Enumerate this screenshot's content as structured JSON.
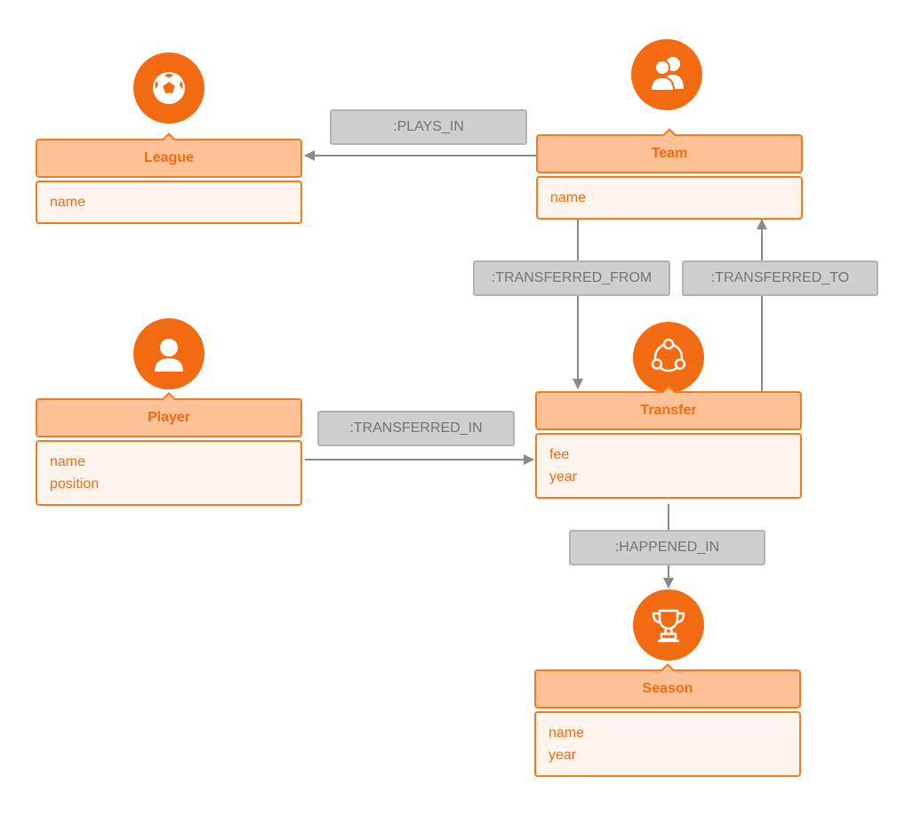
{
  "nodes": {
    "league": {
      "label": "League",
      "props": [
        "name"
      ],
      "icon": "soccer-ball-icon"
    },
    "team": {
      "label": "Team",
      "props": [
        "name"
      ],
      "icon": "team-icon"
    },
    "player": {
      "label": "Player",
      "props": [
        "name",
        "position"
      ],
      "icon": "player-icon"
    },
    "transfer": {
      "label": "Transfer",
      "props": [
        "fee",
        "year"
      ],
      "icon": "share-cycle-icon"
    },
    "season": {
      "label": "Season",
      "props": [
        "name",
        "year"
      ],
      "icon": "trophy-icon"
    }
  },
  "edges": {
    "plays_in": ":PLAYS_IN",
    "transferred_from": ":TRANSFERRED_FROM",
    "transferred_to": ":TRANSFERRED_TO",
    "transferred_in": ":TRANSFERRED_IN",
    "happened_in": ":HAPPENED_IN"
  },
  "colors": {
    "accent": "#f26b10",
    "node_header_fill": "#ffc196",
    "node_body_fill": "#fff5ed",
    "edge_label_fill": "#cfcfcf",
    "edge_line": "#8a8a8a"
  }
}
